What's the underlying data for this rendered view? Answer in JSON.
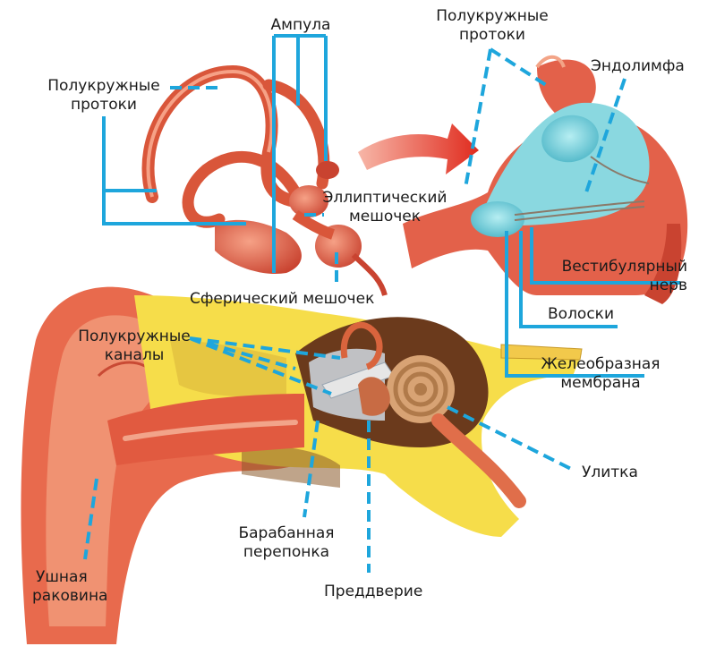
{
  "labels": {
    "ampula": "Ампула",
    "canals_top_l1": "Полукружные",
    "canals_top_l2": "протоки",
    "canals_left_l1": "Полукружные",
    "canals_left_l2": "протоки",
    "endolymph": "Эндолимфа",
    "utricle_l1": "Эллиптический",
    "utricle_l2": "мешочек",
    "saccule": "Сферический мешочек",
    "vestibular_nerve_l1": "Вестибулярный",
    "vestibular_nerve_l2": "нерв",
    "hairs": "Волоски",
    "gel_membrane_l1": "Желеобразная",
    "gel_membrane_l2": "мембрана",
    "semicircular_canals_l1": "Полукружные",
    "semicircular_canals_l2": "каналы",
    "cochlea": "Улитка",
    "eardrum_l1": "Барабанная",
    "eardrum_l2": "перепонка",
    "vestibule": "Преддверие",
    "auricle_l1": "Ушная",
    "auricle_l2": "раковина"
  },
  "colors": {
    "leader_line": "#1ea6dc",
    "tissue": "#e0573e",
    "tissue_light": "#f3a487",
    "bone": "#f6dd4a",
    "endolymph": "#7fd3df",
    "arrow": "#e53b2c"
  }
}
